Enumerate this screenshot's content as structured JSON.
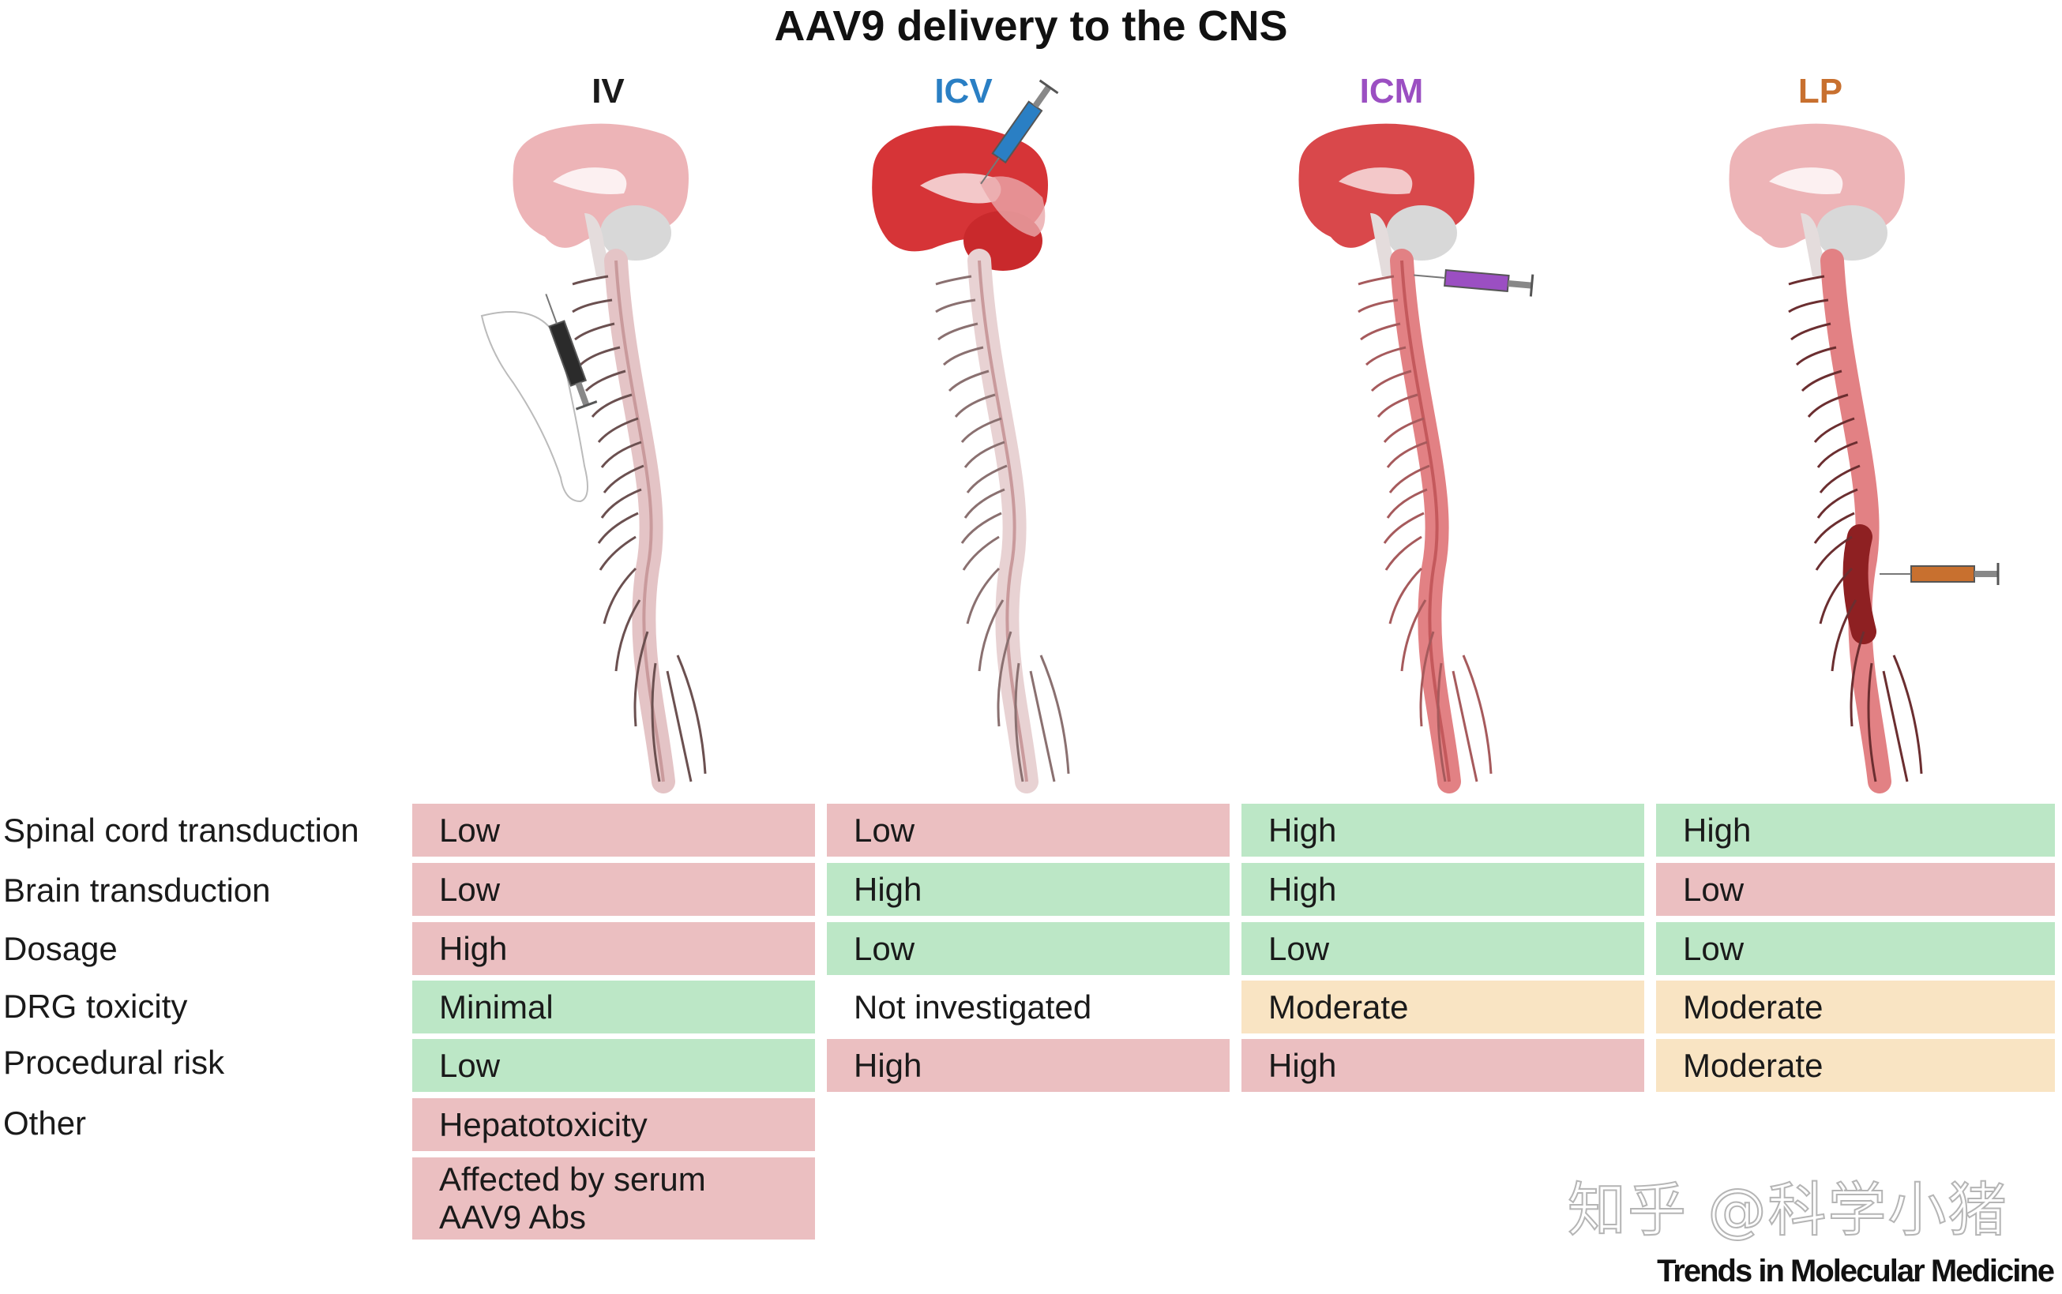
{
  "title": "AAV9 delivery to the CNS",
  "routes": [
    {
      "label": "IV",
      "color": "#1a1a1a"
    },
    {
      "label": "ICV",
      "color": "#2a7fc4"
    },
    {
      "label": "ICM",
      "color": "#9b4fc2"
    },
    {
      "label": "LP",
      "color": "#c8702f"
    }
  ],
  "syringe_colors": {
    "IV": "#2b2b2b",
    "ICV": "#2a7fc4",
    "ICM": "#9b4fc2",
    "LP": "#c8702f"
  },
  "colors": {
    "low_bad": "#ebbfc1",
    "good": "#bce7c6",
    "moderate": "#f9e4c3",
    "brain_dark": "#d63437",
    "brain_light": "#eaa7aa"
  },
  "rows": [
    {
      "label": "Spinal cord transduction"
    },
    {
      "label": "Brain transduction"
    },
    {
      "label": "Dosage"
    },
    {
      "label": "DRG toxicity"
    },
    {
      "label": "Procedural risk"
    },
    {
      "label": "Other"
    }
  ],
  "table": {
    "IV": [
      "Low",
      "Low",
      "High",
      "Minimal",
      "Low",
      "Hepatotoxicity",
      "Affected by serum\nAAV9 Abs"
    ],
    "ICV": [
      "Low",
      "High",
      "Low",
      "Not investigated",
      "High"
    ],
    "ICM": [
      "High",
      "High",
      "Low",
      "Moderate",
      "High"
    ],
    "LP": [
      "High",
      "Low",
      "Low",
      "Moderate",
      "Moderate"
    ]
  },
  "watermark": "知乎 @科学小猪",
  "journal": "Trends in Molecular Medicine"
}
